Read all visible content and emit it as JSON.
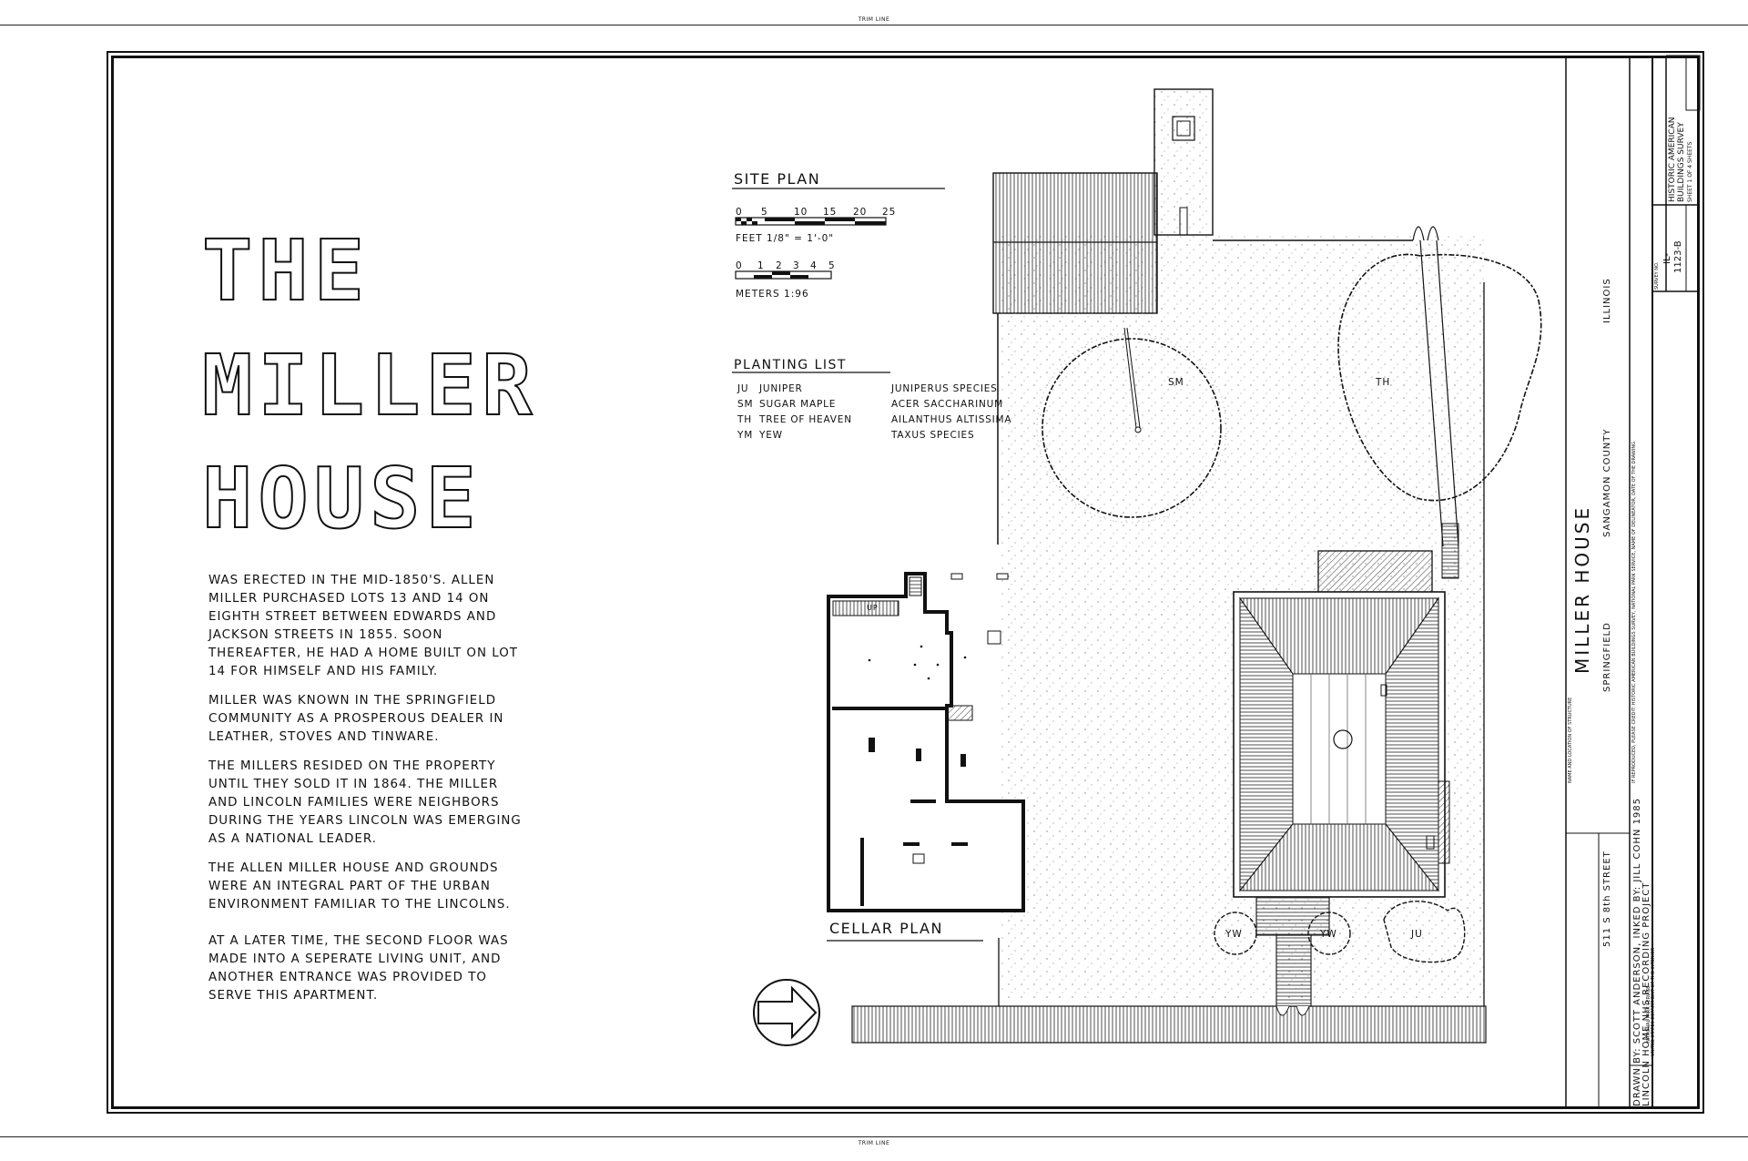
{
  "trim": {
    "top": "TRIM LINE",
    "bottom": "TRIM LINE"
  },
  "title": {
    "line1": "THE",
    "line2": "MILLER",
    "line3": "HOUSE"
  },
  "paragraphs": [
    "WAS ERECTED IN THE MID-1850'S. ALLEN MILLER PURCHASED LOTS 13 AND 14 ON EIGHTH STREET BETWEEN EDWARDS AND JACKSON STREETS IN 1855. SOON THEREAFTER, HE HAD A HOME BUILT ON LOT 14 FOR HIMSELF AND HIS FAMILY.",
    "MILLER WAS KNOWN IN THE SPRINGFIELD COMMUNITY AS A PROSPEROUS DEALER IN LEATHER, STOVES AND TINWARE.",
    "THE MILLERS RESIDED ON THE PROPERTY UNTIL THEY SOLD IT IN 1864. THE MILLER AND LINCOLN FAMILIES WERE NEIGHBORS DURING THE YEARS LINCOLN WAS EMERGING AS A NATIONAL LEADER.",
    "THE ALLEN MILLER HOUSE AND GROUNDS WERE AN INTEGRAL PART OF THE URBAN ENVIRONMENT FAMILIAR TO THE LINCOLNS.",
    "AT A LATER TIME, THE SECOND FLOOR WAS MADE INTO A SEPERATE LIVING UNIT, AND ANOTHER ENTRANCE WAS PROVIDED TO SERVE THIS APARTMENT."
  ],
  "site_plan": {
    "heading": "SITE PLAN",
    "feet_ticks": [
      "0",
      "5",
      "10",
      "15",
      "20",
      "25"
    ],
    "feet_label": "FEET 1/8\" = 1'-0\"",
    "meter_ticks": [
      "0",
      "1",
      "2",
      "3",
      "4",
      "5"
    ],
    "meter_label": "METERS 1:96"
  },
  "planting_list": {
    "heading": "PLANTING LIST",
    "rows": [
      {
        "code": "JU",
        "common": "JUNIPER",
        "botanical": "JUNIPERUS SPECIES"
      },
      {
        "code": "SM",
        "common": "SUGAR MAPLE",
        "botanical": "ACER SACCHARINUM"
      },
      {
        "code": "TH",
        "common": "TREE OF HEAVEN",
        "botanical": "AILANTHUS ALTISSIMA"
      },
      {
        "code": "YM",
        "common": "YEW",
        "botanical": "TAXUS SPECIES"
      }
    ]
  },
  "tree_labels": {
    "sm": "SM",
    "th": "TH",
    "yw1": "YW",
    "yw2": "YW",
    "ju": "JU"
  },
  "cellar_plan": {
    "heading": "CELLAR PLAN",
    "stair_label": "UP"
  },
  "title_block": {
    "credits": "DRAWN BY: SCOTT ANDERSON, INKED BY: JILL COHN 1985",
    "project": "LINCOLN HOME NHS RECORDING PROJECT",
    "agency1": "NATIONAL PARK SERVICE",
    "agency2": "UNITED STATES DEPARTMENT OF THE INTERIOR",
    "address": "511 S 8th STREET",
    "name_label": "NAME AND LOCATION OF STRUCTURE",
    "structure": "MILLER HOUSE",
    "city": "SPRINGFIELD",
    "county": "SANGAMON COUNTY",
    "state": "ILLINOIS",
    "credit_note": "IF REPRODUCED, PLEASE CREDIT: HISTORIC AMERICAN BUILDINGS SURVEY, NATIONAL PARK SERVICE, NAME OF DELINEATOR, DATE OF THE DRAWING",
    "survey_label": "SURVEY NO.",
    "survey_no1": "IL-",
    "survey_no2": "1123-B",
    "habs1": "HISTORIC AMERICAN",
    "habs2": "BUILDINGS SURVEY",
    "sheet": "SHEET 1 OF 4 SHEETS"
  }
}
